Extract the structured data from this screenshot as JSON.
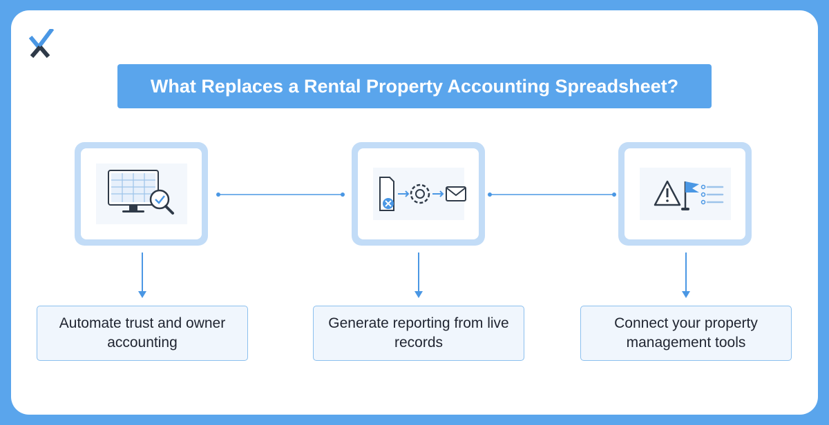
{
  "title": "What Replaces a Rental Property Accounting Spreadsheet?",
  "logo": {
    "icon": "x-check-logo-icon",
    "colors": {
      "check": "#4a97e4",
      "x": "#2f3a48"
    }
  },
  "steps": [
    {
      "icon": "monitor-spreadsheet-magnifier-icon",
      "label": "Automate trust and owner accounting"
    },
    {
      "icon": "document-gear-envelope-icon",
      "label": "Generate reporting from live records"
    },
    {
      "icon": "warning-flag-list-icon",
      "label": "Connect your property management tools"
    }
  ],
  "colors": {
    "background": "#5aa5ec",
    "card": "#ffffff",
    "frame": "#c2dcf7",
    "accent": "#4a97e4",
    "label_bg": "#f0f6fd",
    "label_border": "#8bbfee"
  }
}
